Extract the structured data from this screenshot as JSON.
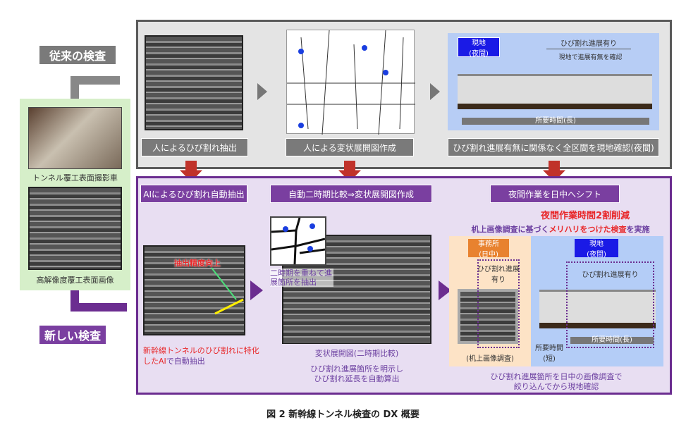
{
  "legacy_label": "従来の検査",
  "new_label": "新しい検査",
  "left": {
    "vehicle_caption": "トンネル覆工表面撮影車",
    "image_caption": "高解像度覆工表面画像"
  },
  "legacy": {
    "step1": "人によるひび割れ抽出",
    "step2": "人による変状展開図作成",
    "step3": "ひび割れ進展有無に関係なく全区間を現地確認(夜間)",
    "site_badge": "現地",
    "site_badge_sub": "(夜間)",
    "crack_progress": "ひび割れ進展有り",
    "site_check": "現地で進展有無を確認",
    "time_long": "所要時間(長)"
  },
  "new": {
    "step1": "AIによるひび割れ自動抽出",
    "step2": "自動二時期比較⇒変状展開図作成",
    "step3": "夜間作業を日中へシフト",
    "accuracy": "抽出精度向上",
    "ai_desc_red": "新幹線トンネルのひび割れに特化したAI",
    "ai_desc_rest": "で自動抽出",
    "overlay": "二時期を重ねて進展箇所を抽出",
    "map_caption": "変状展開図(二時期比較)",
    "map_desc1": "ひび割れ進展箇所を明示し",
    "map_desc2": "ひび割れ延長を自動算出",
    "reduction": "夜間作業時間2割削減",
    "policy_a": "机上画像調査に基づく",
    "policy_b": "メリハリをつけた検査",
    "policy_c": "を実施",
    "office_badge": "事務所",
    "office_badge_sub": "(日中)",
    "office_crack": "ひび割れ進展有り",
    "office_caption": "(机上画像調査)",
    "site_badge": "現地",
    "site_badge_sub": "(夜間)",
    "site_crack": "ひび割れ進展有り",
    "time_short": "所要時間(短)",
    "time_long": "所要時間(長)",
    "summary1": "ひび割れ進展箇所を日中の画像調査で",
    "summary2": "絞り込んでから現地確認"
  },
  "figure_caption": "図 2 新幹線トンネル検査の DX 概要"
}
